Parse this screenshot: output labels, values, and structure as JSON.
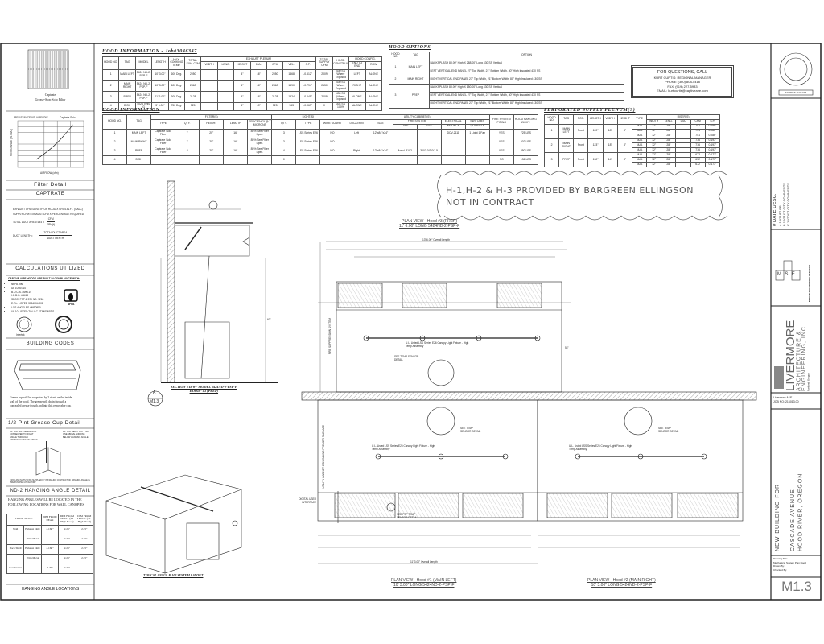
{
  "hood_info": {
    "title": "HOOD INFORMATION - Job#3046347",
    "group_exhaust": "EXHAUST PLENUM",
    "group_riser": "RISER(S)",
    "group_combo": "HOOD CONFIG.",
    "headers": [
      "HOOD NO.",
      "TAG",
      "MODEL",
      "LENGTH",
      "MAX. COOKING TEMP.",
      "TOTAL EXH. CFM",
      "WIDTH",
      "LENG.",
      "HEIGHT",
      "DIA.",
      "CFM",
      "VEL.",
      "S.P.",
      "TOTAL SUPPLY CFM",
      "HOOD CONSTRUCTION",
      "END TO END",
      "ROW"
    ],
    "rows": [
      [
        "1",
        "MAIN LEFT",
        "5424 ND-2-PSP-F",
        "10' 3.00\"",
        "600 Deg.",
        "2050",
        "",
        "",
        "4\"",
        "16\"",
        "2050",
        "1468",
        "-0.612\"",
        "2009",
        "430 SS Where Exposed",
        "LEFT",
        "ALONE"
      ],
      [
        "2",
        "MAIN RIGHT",
        "5424 ND-2-PSP-F",
        "10' 3.00\"",
        "600 Deg.",
        "2360",
        "",
        "",
        "4\"",
        "16\"",
        "2360",
        "1690",
        "-0.794\"",
        "2150",
        "430 SS Where Exposed",
        "RIGHT",
        "ALONE"
      ],
      [
        "3",
        "PREP",
        "5424 ND-2-PSP-F",
        "11' 6.00\"",
        "600 Deg.",
        "2128",
        "",
        "",
        "4\"",
        "16\"",
        "2128",
        "1524",
        "-0.645\"",
        "2009",
        "430 SS Where Exposed",
        "ALONE",
        "ALONE"
      ],
      [
        "4",
        "DISH",
        "4024 VHB-G",
        "3' 6.00\"",
        "750 Deg.",
        "525",
        "",
        "",
        "4\"",
        "10\"",
        "525",
        "963",
        "-0.069\"",
        "0",
        "304 SS 100%",
        "ALONE",
        "ALONE"
      ]
    ]
  },
  "hood_info2": {
    "title": "HOOD INFORMATION",
    "group_filters": "FILTER(S)",
    "group_lights": "LIGHT(S)",
    "group_utility": "UTILITY CABINET(S)",
    "group_fire": "FIRE SYSTEM",
    "group_elec": "ELECTRICAL",
    "group_switch": "SWITCHES",
    "headers": [
      "HOOD NO.",
      "TAG",
      "TYPE",
      "QTY.",
      "HEIGHT",
      "LENGTH",
      "EFFICIENCY @ 7 MICRONS",
      "QTY.",
      "TYPE",
      "WIRE GUARD",
      "LOCATION",
      "SIZE",
      "TYPE",
      "SIZE",
      "MODEL #",
      "QUANTITY",
      "FIRE SYSTEM PIPING",
      "HOOD HANGING WGHT."
    ],
    "rows": [
      [
        "1",
        "MAIN LEFT",
        "Captrate Solo Filter",
        "7",
        "20\"",
        "16\"",
        "85% See Filter Spec.",
        "3",
        "LSS Series E26",
        "NO",
        "Left",
        "12\"x84\"x24\"",
        "",
        "",
        "DCV-2111",
        "1 Light 1 Fan",
        "YES",
        "725 LBS"
      ],
      [
        "2",
        "MAIN RIGHT",
        "Captrate Solo Filter",
        "7",
        "20\"",
        "16\"",
        "85% See Filter Spec.",
        "3",
        "LSS Series E26",
        "NO",
        "",
        "",
        "",
        "",
        "",
        "",
        "YES",
        "602 LBS"
      ],
      [
        "3",
        "PREP",
        "Captrate Solo Filter",
        "8",
        "20\"",
        "16\"",
        "85% See Filter Spec.",
        "4",
        "LSS Series E26",
        "NO",
        "Right",
        "12\"x84\"x24\"",
        "Ansul R102",
        "3.0/3.0/3.0/1.5",
        "",
        "",
        "YES",
        "850 LBS"
      ],
      [
        "4",
        "DISH",
        "",
        "",
        "",
        "",
        "",
        "0",
        "",
        "",
        "",
        "",
        "",
        "",
        "",
        "",
        "NO",
        "136 LBS"
      ]
    ]
  },
  "hood_options": {
    "title": "HOOD OPTIONS",
    "headers": [
      "HOOD NO.",
      "TAG",
      "OPTION"
    ],
    "rows": [
      {
        "no": "1",
        "tag": "MAIN LEFT",
        "options": [
          "BACKSPLASH 80.00\" High X 288.00\" Long 430 SS Vertical",
          "LEFT VERTICAL END PANEL 27\" Top Width, 21\" Bottom Width, 80\" High Insulated 430 SS"
        ]
      },
      {
        "no": "2",
        "tag": "MAIN RIGHT",
        "options": [
          "RIGHT VERTICAL END PANEL 27\" Top Width, 21\" Bottom Width, 80\" High Insulated 430 SS"
        ]
      },
      {
        "no": "3",
        "tag": "PREP",
        "options": [
          "BACKSPLASH 80.00\" High X 150.00\" Long 430 SS Vertical",
          "LEFT VERTICAL END PANEL 27\" Top Width, 21\" Bottom Width, 80\" High Insulated 430 SS",
          "RIGHT VERTICAL END PANEL 27\" Top Width, 21\" Bottom Width, 80\" High Insulated 430 SS"
        ]
      }
    ]
  },
  "contact": {
    "line1": "FOR QUESTIONS, CALL",
    "line2": "KURT CURTIS: REGIONAL MANAGER",
    "line3": "PHONE: (360) 808-5418",
    "line4": "FAX: (919) 227-5983",
    "line5": "EMAIL: kurt.curtis@captiveaire.com"
  },
  "plenum": {
    "title": "PERFORATED SUPPLY PLENUM(S)",
    "group_riser": "RISER(S)",
    "headers": [
      "HOOD NO.",
      "TAG",
      "POS.",
      "LENGTH",
      "WIDTH",
      "HEIGHT",
      "TYPE",
      "WIDTH",
      "LENG.",
      "DIA.",
      "CFM",
      "S.P."
    ],
    "rows": [
      {
        "no": "1",
        "tag": "MAIN LEFT",
        "pos": "Front",
        "length": "120\"",
        "width": "18\"",
        "height": "4\"",
        "risers": [
          [
            "MUA",
            "12\"",
            "28\"",
            "",
            "741",
            "0.286\""
          ],
          [
            "MUA",
            "12\"",
            "28\"",
            "",
            "741",
            "0.286\""
          ],
          [
            "MUA",
            "12\"",
            "28\"",
            "",
            "741",
            "0.286\""
          ]
        ]
      },
      {
        "no": "2",
        "tag": "MAIN RIGHT",
        "pos": "Front",
        "length": "123\"",
        "width": "18\"",
        "height": "4\"",
        "risers": [
          [
            "MUA",
            "12\"",
            "28\"",
            "",
            "716",
            "0.193\""
          ],
          [
            "MUA",
            "12\"",
            "28\"",
            "",
            "716",
            "0.193\""
          ],
          [
            "MUA",
            "12\"",
            "28\"",
            "",
            "716",
            "0.193\""
          ]
        ]
      },
      {
        "no": "3",
        "tag": "PREP",
        "pos": "Front",
        "length": "130\"",
        "width": "14\"",
        "height": "4\"",
        "risers": [
          [
            "MUA",
            "12\"",
            "28\"",
            "",
            "672",
            "0.173\""
          ],
          [
            "MUA",
            "12\"",
            "28\"",
            "",
            "672",
            "0.173\""
          ],
          [
            "MUA",
            "12\"",
            "28\"",
            "",
            "672",
            "0.173\""
          ]
        ]
      }
    ]
  },
  "note": {
    "line1": "H-1,H-2 & H-3 PROVIDED BY BARGREEN ELLINGSON",
    "line2": "NOT IN CONTRACT"
  },
  "views": {
    "plan3_l1": "PLAN VIEW - Hood #3 (PREP)",
    "plan3_l2": "11' 6.00\" LONG 5424ND-2-PSP-F",
    "plan1_l1": "PLAN VIEW - Hood #1 (MAIN LEFT)",
    "plan1_l2": "10' 3.00\" LONG 5424ND-2-PSP-F",
    "plan2_l1": "PLAN VIEW - Hood #2 (MAIN RIGHT)",
    "plan2_l2": "10' 3.00\" LONG 5424ND-2-PSP-F",
    "section_l1": "SECTION VIEW - MODEL 5424ND-2-PSP-F",
    "section_l2": "HOOD - #3 (PREP)",
    "section_tag": "A",
    "section_sheet": "M1.3",
    "ansul": "TYPICAL ANSUL R-102 SYSTEM LAYOUT",
    "fire_supp": "FIRE SUPPRESSION SYSTEM",
    "utility": "UTILITY CABINET CONTAINING PREMIER PACKAGE",
    "digital": "DIGITAL USER INTERFACE",
    "temp_sensor": "SEE TEMP SENSOR DETAIL",
    "psp_temp": "SEE PSP TEMP SENSOR DETAIL",
    "light_fixture": "U.L. Listed LSS Series E26 Canopy Light Fixture - High Temp Assembly",
    "overall_3": "13' 6.00\" Overall Length",
    "overall_1": "11' 3.00\" Overall Length",
    "dim_60": "60\"",
    "dim_54": "54\"",
    "dim_28": "28\""
  },
  "left": {
    "filter_name": "Captrate",
    "filter_desc": "Grease-Stop Solo Filter",
    "graph_title": "RESISTANCE VS. AIRFLOW",
    "graph_legend": "Captrate Solo",
    "graph_xlabel": "AIRFLOW (cfm)",
    "graph_ylabel": "RESISTANCE (in. H2O)",
    "filter_detail": "Filter Detail",
    "captrate": "CAPTRATE",
    "f1": "EXHAUST CFM=LENGTH OF HOOD X CFM/LIN.FT. (CALC)",
    "f2": "SUPPLY CFM=EXHAUST CFM X PERCENTAGE REQUIRED",
    "f3a": "TOTAL DUCT AREA=144 X",
    "f3n": "CFM",
    "f3d": "FPM(*)",
    "f4a": "DUCT LENGTH=",
    "f4n": "TOTAL DUCT AREA",
    "f4d": "DUCT DEPTH",
    "calc": "CALCULATIONS UTILIZED",
    "codes_title": "CAPTIVE-AIRE HOODS ARE BUILT IN COMPLIANCE WITH:",
    "codes": [
      "NFPA #96",
      "UL 1046/710",
      "B.O.C.A. #MM-19",
      "I.C.B.O. #4418",
      "SBCCI PST & ESI NO. 9218",
      "E.T.L. LISTED 3054004.001",
      "LOS ANGELES #MB0950",
      "UL 10 LISTED TO ULC STANDARDS"
    ],
    "nfpa": "NFPA",
    "intertek": "Intertek",
    "building_codes": "BUILDING CODES",
    "grease_text": "Grease cup will be supported by 2 rivets on the inside wall of the hood. The grease will drain through a concealed grease trough and into this removable cup.",
    "grease_title": "1/2 Pint Grease Cup Detail",
    "angle_note1": "1/2\" DIA. ALL THREAD ROD CONNECTED TO RIGHT ANGLE THROUGH ANOTHER HANGING ANGLE",
    "angle_note2": "1/2\" DIA. HEAVY DUTY NUT ONE ABOVE AND ONE BELOW HANGING ANGLE",
    "angle_note3": "* ROD AND NUTS TO BE SUPPLIED BY INSTALLING CONTRACTOR. HANGING ANGLE IS PRE-PUNCHED AT FACTORY",
    "angle_title": "ND-2 HANGING ANGLE DETAIL",
    "hang_text": "HANGING ANGLES WILL BE LOCATED IN THE FOLLOWING LOCATIONS FOR WALL CANOPIES",
    "hang_headers": [
      "HOOD STYLE",
      "DIM FROM REAR",
      "DIM FROM FRONT (24\" High Hood)",
      "DIM FROM FRONT (30\" High Hood)"
    ],
    "hang_rows": [
      [
        "Wall",
        "Exhaust Only",
        "4.160\"",
        "2.25\"",
        "2.25\""
      ],
      [
        "",
        "With MUA",
        "",
        "2.25\"",
        "2.25\""
      ],
      [
        "Back Shelf",
        "Exhaust Only",
        "4.160\"",
        "2.25\"",
        "2.25\""
      ],
      [
        "",
        "With MUA",
        "",
        "2.25\"",
        "2.25\""
      ],
      [
        "Condensate",
        "",
        "2.25\"",
        "2.25\"",
        ""
      ]
    ],
    "hang_title": "HANGING ANGLE LOCATIONS"
  },
  "title_block": {
    "expires": "EXPIRES: 12/31/17",
    "rev_header": "# DATE DESC.",
    "revisions": [
      "A 10/21/17 BP",
      "B 10/31/17 CITY COMMENTS",
      "C 11/20/17 CITY COMMENTS"
    ],
    "mse": "MSE",
    "mse_text": "MEDIAN ENGINEERING SERVICES",
    "firm1": "LIVERMORE",
    "firm2": "ARCHITECTURE &",
    "firm3": "ENGINEERING, INC.",
    "firm_addr": "Portland, Oregon",
    "job1": "Livermore A&E",
    "job2": "JOB NO: 216013.00",
    "proj1": "NEW BUILDING FOR",
    "proj2": "CASCADE AVENUE",
    "proj3": "HOOD RIVER, OREGON",
    "dt_label": "Drawing Title:",
    "dt_value": "Mechanical System Plan Hood",
    "drawn": "Drawn By:",
    "checked": "Checked By:",
    "sheet": "M1.3"
  }
}
